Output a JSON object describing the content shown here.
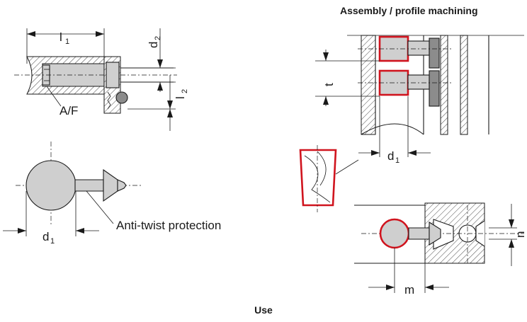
{
  "title": "Assembly / profile machining",
  "caption": "Use",
  "labels": {
    "l1": "l",
    "l1_sub": "1",
    "d2": "d",
    "d2_sub": "2",
    "l2": "l",
    "l2_sub": "2",
    "af": "A/F",
    "d1_left": "d",
    "d1_left_sub": "1",
    "anti_twist": "Anti-twist protection",
    "t": "t",
    "d1_right": "d",
    "d1_right_sub": "1",
    "m": "m",
    "n": "n"
  },
  "colors": {
    "line": "#1a1a1a",
    "part_fill": "#cfcfcf",
    "highlight": "#d0141e"
  }
}
